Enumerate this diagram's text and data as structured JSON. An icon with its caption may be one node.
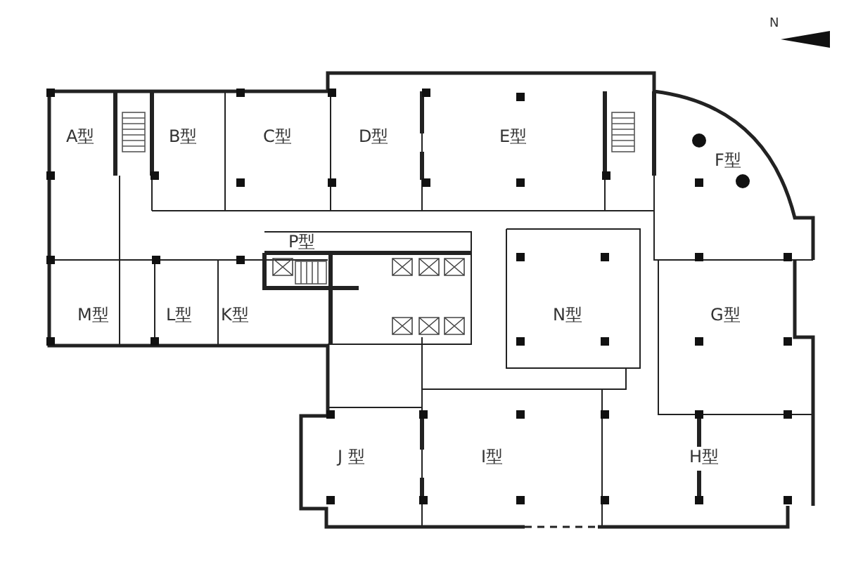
{
  "diagram": {
    "nodes": [
      {
        "text": [
          "A型"
        ]
      },
      {
        "text": [
          "B型"
        ]
      },
      {
        "text": [
          "C型"
        ]
      },
      {
        "text": [
          "D型"
        ]
      },
      {
        "text": [
          "E型"
        ]
      },
      {
        "text": [
          "F型"
        ]
      },
      {
        "text": [
          "P型"
        ]
      },
      {
        "text": [
          "M型"
        ]
      },
      {
        "text": [
          "L型"
        ]
      },
      {
        "text": [
          "K型"
        ]
      },
      {
        "text": [
          "N型"
        ]
      },
      {
        "text": [
          "G型"
        ]
      },
      {
        "text": [
          "J 型"
        ]
      },
      {
        "text": [
          "I型"
        ]
      },
      {
        "text": [
          "H型"
        ]
      }
    ],
    "edges": [],
    "labels": [
      "N"
    ]
  }
}
